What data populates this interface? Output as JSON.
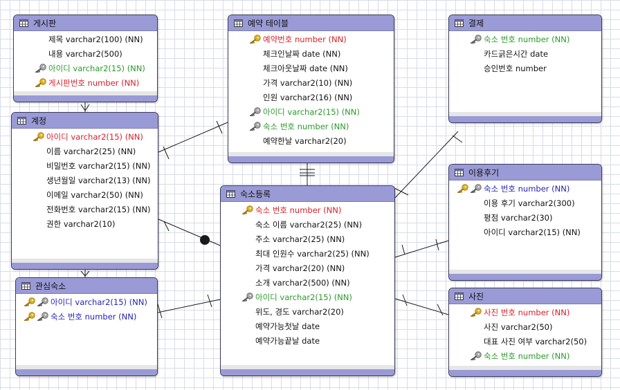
{
  "entities": [
    {
      "id": "board",
      "name": "게시판",
      "columns": [
        {
          "text": "제목 varchar2(100) (NN)",
          "key": "none"
        },
        {
          "text": "내용 varchar2(500)",
          "key": "none"
        },
        {
          "text": "아이디 varchar2(15) (NN)",
          "key": "fk"
        },
        {
          "text": "게시판번호 number (NN)",
          "key": "pk"
        }
      ]
    },
    {
      "id": "reservation",
      "name": "예약 테이블",
      "columns": [
        {
          "text": "예약번호 number (NN)",
          "key": "pk"
        },
        {
          "text": "체크인날짜 date (NN)",
          "key": "none"
        },
        {
          "text": "체크아웃날짜 date (NN)",
          "key": "none"
        },
        {
          "text": "가격 varchar2(10) (NN)",
          "key": "none"
        },
        {
          "text": "인원 varchar2(16) (NN)",
          "key": "none"
        },
        {
          "text": "아이디 varchar2(15) (NN)",
          "key": "fk"
        },
        {
          "text": "숙소 번호 number (NN)",
          "key": "fk"
        },
        {
          "text": "예약한날 varchar2(20)",
          "key": "none"
        }
      ]
    },
    {
      "id": "payment",
      "name": "결제",
      "columns": [
        {
          "text": "숙소 번호 number (NN)",
          "key": "fk"
        },
        {
          "text": "카드긁은시간 date",
          "key": "none"
        },
        {
          "text": "승인번호 number",
          "key": "none"
        }
      ]
    },
    {
      "id": "account",
      "name": "계정",
      "columns": [
        {
          "text": "아이디 varchar2(15) (NN)",
          "key": "pk"
        },
        {
          "text": "이름 varchar2(25) (NN)",
          "key": "none"
        },
        {
          "text": "비밀번호 varchar2(15) (NN)",
          "key": "none"
        },
        {
          "text": "생년월일 varchar2(13) (NN)",
          "key": "none"
        },
        {
          "text": "이메일 varchar2(50) (NN)",
          "key": "none"
        },
        {
          "text": "전화번호 varchar2(15) (NN)",
          "key": "none"
        },
        {
          "text": "권한 varchar2(10)",
          "key": "none"
        }
      ]
    },
    {
      "id": "lodging",
      "name": "숙소등록",
      "columns": [
        {
          "text": "숙소 번호 number (NN)",
          "key": "pk"
        },
        {
          "text": "숙소 이름 varchar2(25) (NN)",
          "key": "none"
        },
        {
          "text": "주소 varchar2(25) (NN)",
          "key": "none"
        },
        {
          "text": "최대 인원수 varchar2(25) (NN)",
          "key": "none"
        },
        {
          "text": "가격 varchar2(20) (NN)",
          "key": "none"
        },
        {
          "text": "소개 varchar2(500) (NN)",
          "key": "none"
        },
        {
          "text": "아이디 varchar2(15) (NN)",
          "key": "fk"
        },
        {
          "text": "위도, 경도 varchar2(20)",
          "key": "none"
        },
        {
          "text": "예약가능첫날 date",
          "key": "none"
        },
        {
          "text": "예약가능끝날 date",
          "key": "none"
        }
      ]
    },
    {
      "id": "review",
      "name": "이용후기",
      "columns": [
        {
          "text": "숙소 번호 number (NN)",
          "key": "pkfk"
        },
        {
          "text": "이용 후기 varchar2(300)",
          "key": "none"
        },
        {
          "text": "평점 varchar2(30)",
          "key": "none"
        },
        {
          "text": "아이디 varchar2(15) (NN)",
          "key": "none"
        }
      ]
    },
    {
      "id": "favorite",
      "name": "관심숙소",
      "columns": [
        {
          "text": "아이디 varchar2(15) (NN)",
          "key": "pkfk"
        },
        {
          "text": "숙소 번호 number (NN)",
          "key": "pkfk"
        }
      ]
    },
    {
      "id": "photo",
      "name": "사진",
      "columns": [
        {
          "text": "사진 번호 number (NN)",
          "key": "pk"
        },
        {
          "text": "사진 varchar2(50)",
          "key": "none"
        },
        {
          "text": "대표 사진 여부 varchar2(50)",
          "key": "none"
        },
        {
          "text": "숙소 번호 number (NN)",
          "key": "fk"
        }
      ]
    }
  ],
  "colors": {
    "header": "#9a9ad6",
    "pk_text": "#d8212a",
    "fk_text": "#2a9a2a",
    "pkfk_text": "#2424b4",
    "pk_key": "#e0b21e",
    "fk_key": "#8a8a8a",
    "line": "#1a1a1a"
  }
}
